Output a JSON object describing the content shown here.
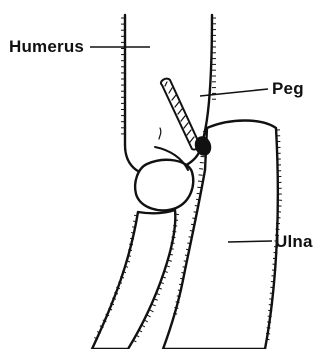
{
  "labels": {
    "humerus": "Humerus",
    "peg": "Peg",
    "ulna": "Ulna"
  },
  "colors": {
    "ink": "#111111",
    "paper": "#ffffff"
  }
}
